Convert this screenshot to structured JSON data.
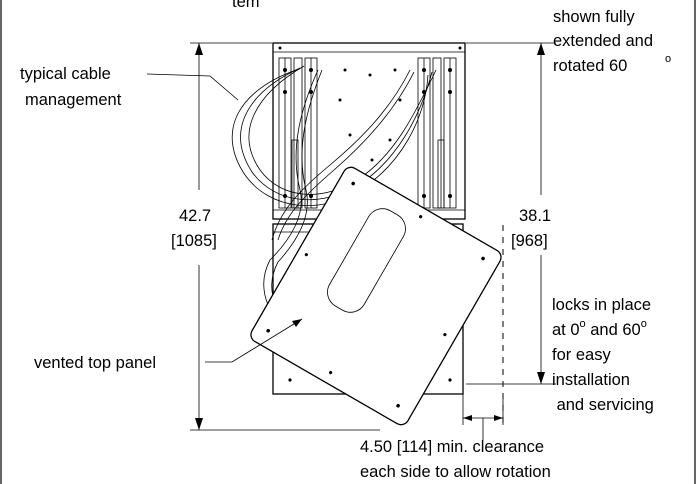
{
  "labels": {
    "top_fragment": "tem",
    "shown_line1": "shown fully",
    "shown_line2": "extended and",
    "shown_line3": "rotated 60",
    "shown_deg": "o",
    "cable_line1": "typical cable",
    "cable_line2": "management",
    "height_total": "42.7",
    "height_total_mm": "[1085]",
    "height_ext": "38.1",
    "height_ext_mm": "[968]",
    "locks_line1": "locks in place",
    "locks_line2a": "at 0",
    "locks_deg1": "o",
    "locks_line2b": " and 60",
    "locks_deg2": "o",
    "locks_line3": "for easy",
    "locks_line4": "installation",
    "locks_line5": " and servicing",
    "vented": "vented top panel",
    "clearance_line1": "4.50 [114] min. clearance",
    "clearance_line2": "each side to allow rotation"
  }
}
